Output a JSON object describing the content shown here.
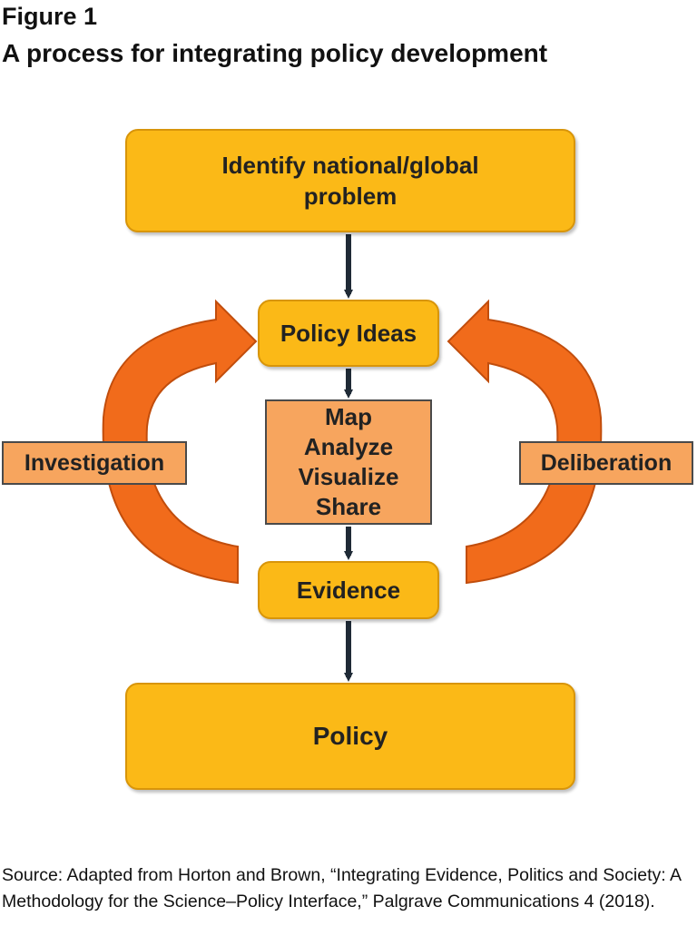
{
  "figure": {
    "label": "Figure 1",
    "title": "A process for integrating policy development"
  },
  "diagram": {
    "nodes": {
      "problem": {
        "lines": [
          "Identify national/global",
          "problem"
        ]
      },
      "policy_ideas": {
        "label": "Policy Ideas"
      },
      "methods": {
        "lines": [
          "Map",
          "Analyze",
          "Visualize",
          "Share"
        ]
      },
      "evidence": {
        "label": "Evidence"
      },
      "policy": {
        "label": "Policy"
      },
      "investigation": {
        "label": "Investigation"
      },
      "deliberation": {
        "label": "Deliberation"
      }
    },
    "colors": {
      "box_fill": "#fbb917",
      "box_border": "#d8950a",
      "method_box_fill": "#f7a55e",
      "curved_arrow_fill": "#f16b1b",
      "curved_arrow_stroke": "#c14d0c",
      "connector": "#1f2a36"
    }
  },
  "source_note": "Source: Adapted from Horton and Brown, “Integrating Evidence, Politics and Society: A Methodology for the Science–Policy Interface,” Palgrave Communications 4 (2018)."
}
